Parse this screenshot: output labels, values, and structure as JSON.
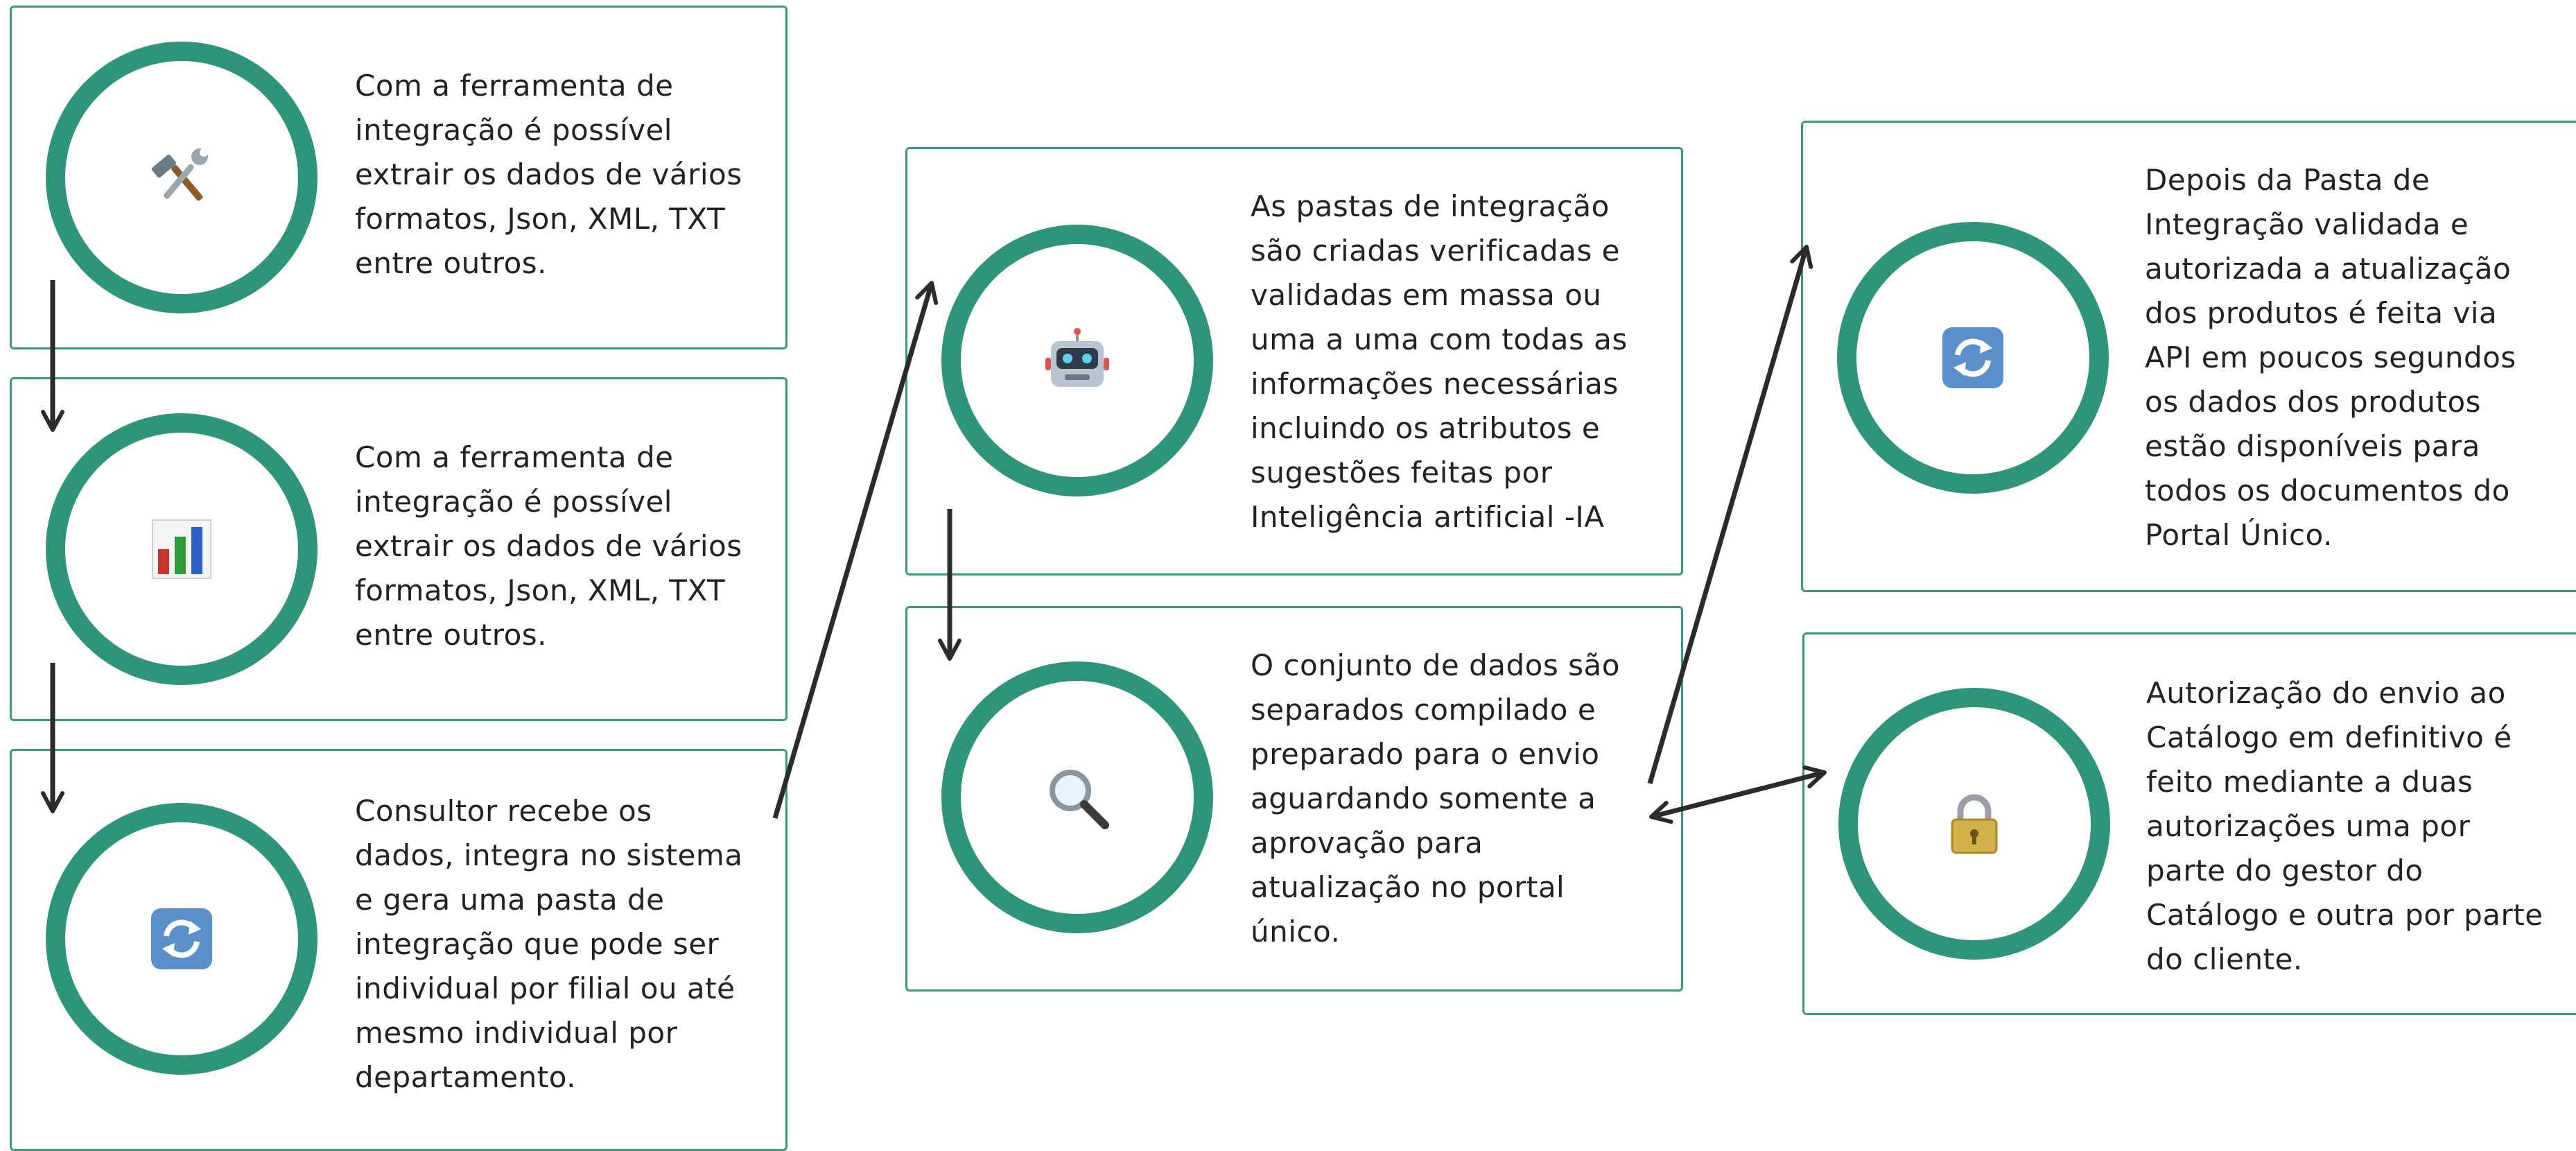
{
  "colors": {
    "ring": "#2e957a",
    "card_border": "#3a9a7e",
    "text": "#222222",
    "arrow": "#2b2b2b"
  },
  "steps": [
    {
      "icon": "tools-icon",
      "text": "Com a ferramenta de\nintegração é possível\nextrair os dados de vários\nformatos, Json, XML, TXT\nentre outros."
    },
    {
      "icon": "bar-chart-icon",
      "text": "Com a ferramenta de\nintegração é possível\nextrair os dados de vários\nformatos, Json, XML, TXT\nentre outros."
    },
    {
      "icon": "sync-icon",
      "text": "Consultor recebe os\ndados, integra no sistema\ne gera uma pasta de\nintegração que pode ser\nindividual por filial ou até\nmesmo individual por\ndepartamento."
    },
    {
      "icon": "robot-icon",
      "text": "As pastas de integração\nsão criadas verificadas e\nvalidadas em massa ou\numa a uma com todas as\ninformações necessárias\nincluindo os atributos e\nsugestões feitas por\nInteligência artificial -IA"
    },
    {
      "icon": "magnifier-icon",
      "text": "O conjunto de dados são\nseparados compilado e\npreparado para o envio\naguardando somente a\naprovação para\natualização no portal\núnico."
    },
    {
      "icon": "sync-icon",
      "text": "Depois da Pasta de\nIntegração validada e\nautorizada a atualização\ndos produtos é feita via\nAPI em poucos segundos\nos dados dos produtos\nestão disponíveis para\ntodos os documentos do\nPortal Único."
    },
    {
      "icon": "padlock-icon",
      "text": "Autorização do envio ao\nCatálogo em definitivo é\nfeito mediante a duas\nautorizações uma por\nparte do gestor do\nCatálogo e outra por parte\ndo cliente."
    }
  ]
}
